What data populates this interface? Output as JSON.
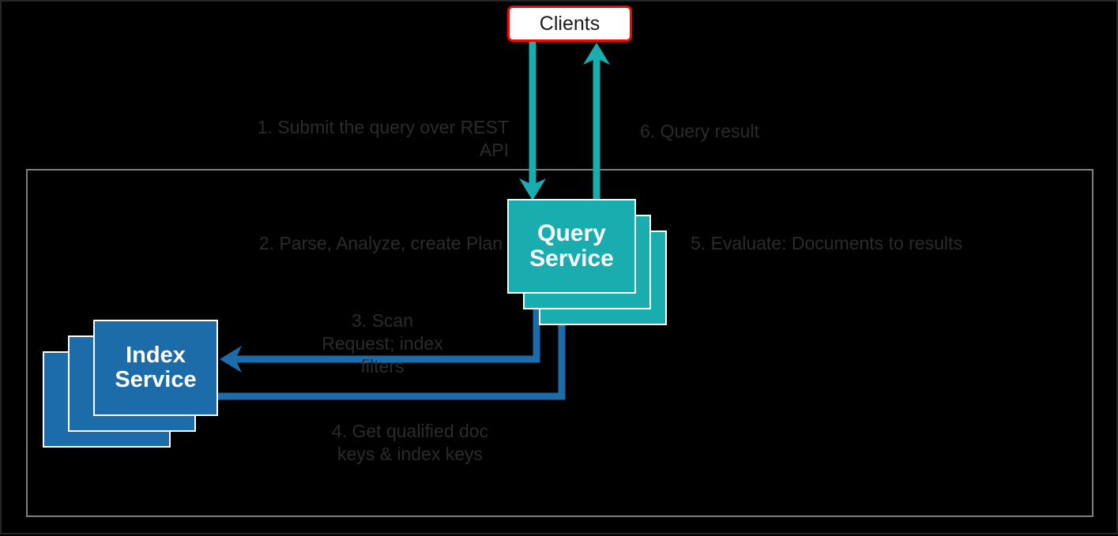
{
  "diagram": {
    "title_absent": true,
    "colors": {
      "background": "#000000",
      "teal": "#1AADB0",
      "blue": "#1B6CA8",
      "clients_border": "#ff0000",
      "clients_fill": "#ffffff",
      "container_border": "#7f7f7f",
      "label_text": "#2b2b2b",
      "node_text": "#ffffff"
    },
    "nodes": {
      "clients": {
        "label": "Clients"
      },
      "query_service": {
        "line1": "Query",
        "line2": "Service",
        "stack_count": 3
      },
      "index_service": {
        "line1": "Index",
        "line2": "Service",
        "stack_count": 3
      }
    },
    "steps": [
      {
        "id": "1",
        "text": "1. Submit the query over REST API",
        "from": "Clients",
        "to": "Query Service"
      },
      {
        "id": "2",
        "text": "2. Parse, Analyze, create Plan",
        "from": "Query Service",
        "to": "Query Service"
      },
      {
        "id": "3",
        "text": "3.  Scan Request; index filters",
        "from": "Query Service",
        "to": "Index Service"
      },
      {
        "id": "4",
        "text": "4. Get qualified doc keys & index keys",
        "from": "Index Service",
        "to": "Query Service"
      },
      {
        "id": "5",
        "text": "5. Evaluate: Documents to results",
        "from": "Query Service",
        "to": "Query Service"
      },
      {
        "id": "6",
        "text": "6. Query result",
        "from": "Query Service",
        "to": "Clients"
      }
    ],
    "step_lines": {
      "s1": [
        "1. Submit the query over REST",
        "API"
      ],
      "s2": [
        "2. Parse, Analyze, create Plan"
      ],
      "s3": [
        "3.  Scan",
        "Request; index",
        "filters"
      ],
      "s4": [
        "4. Get qualified doc",
        "keys & index keys"
      ],
      "s5": [
        "5. Evaluate: Documents to results"
      ],
      "s6": [
        "6. Query result"
      ]
    }
  }
}
